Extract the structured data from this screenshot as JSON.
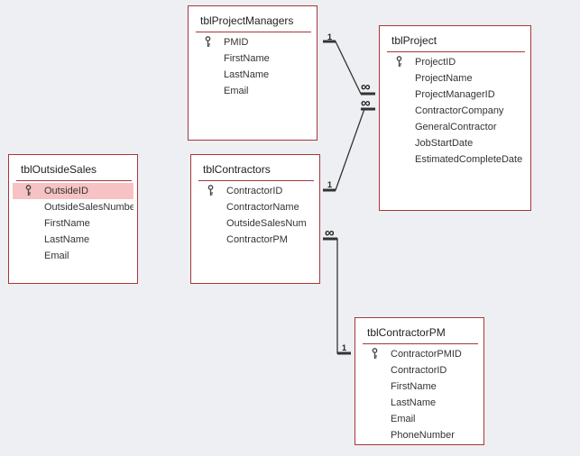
{
  "tables": {
    "projectManagers": {
      "title": "tblProjectManagers",
      "fields": [
        "PMID",
        "FirstName",
        "LastName",
        "Email"
      ]
    },
    "project": {
      "title": "tblProject",
      "fields": [
        "ProjectID",
        "ProjectName",
        "ProjectManagerID",
        "ContractorCompany",
        "GeneralContractor",
        "JobStartDate",
        "EstimatedCompleteDate"
      ]
    },
    "outsideSales": {
      "title": "tblOutsideSales",
      "fields": [
        "OutsideID",
        "OutsideSalesNumbe",
        "FirstName",
        "LastName",
        "Email"
      ]
    },
    "contractors": {
      "title": "tblContractors",
      "fields": [
        "ContractorID",
        "ContractorName",
        "OutsideSalesNum",
        "ContractorPM"
      ]
    },
    "contractorPM": {
      "title": "tblContractorPM",
      "fields": [
        "ContractorPMID",
        "ContractorID",
        "FirstName",
        "LastName",
        "Email",
        "PhoneNumber"
      ]
    }
  },
  "relationships": {
    "one_label": "1",
    "many_label": "∞"
  },
  "colors": {
    "background": "#eeeff2",
    "table_border": "#a4373a",
    "selection": "#f6c2c3",
    "line": "#333333"
  },
  "icons": {
    "primary_key": "key-icon"
  }
}
